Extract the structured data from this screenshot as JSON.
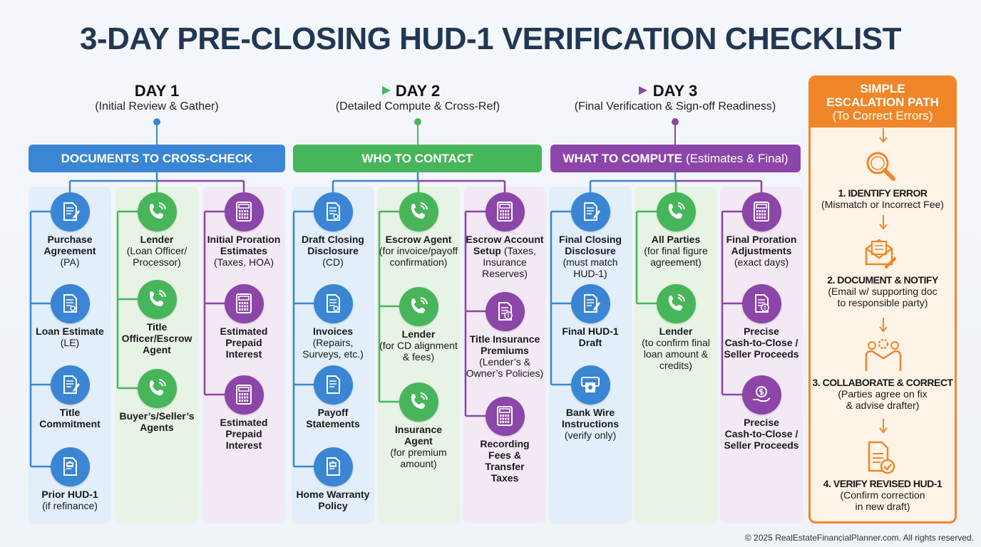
{
  "title": "3-DAY PRE-CLOSING HUD-1 VERIFICATION CHECKLIST",
  "colors": {
    "day1": "#3a86d4",
    "day2": "#47b65a",
    "day3": "#8c45a8",
    "escalation": "#f0862a",
    "title": "#213754"
  },
  "days": [
    {
      "label": "DAY 1",
      "subtitle": "(Initial Review & Gather)",
      "section_title": "DOCUMENTS TO CROSS-CHECK",
      "section_note": "",
      "columns": [
        {
          "items": [
            {
              "title": "Purchase\nAgreement",
              "sub": "(PA)",
              "icon": "document-pen-icon"
            },
            {
              "title": "Loan Estimate",
              "sub": "(LE)",
              "icon": "document-seal-icon"
            },
            {
              "title": "Title\nCommitment",
              "sub": "",
              "icon": "document-pen-icon"
            },
            {
              "title": "Prior HUD-1",
              "sub": "(if refinance)",
              "icon": "document-house-icon"
            }
          ]
        },
        {
          "items": [
            {
              "title": "Lender",
              "sub": "(Loan Officer/\nProcessor)",
              "icon": "phone-icon"
            },
            {
              "title": "Title\nOfficer/Escrow\nAgent",
              "sub": "",
              "icon": "phone-icon"
            },
            {
              "title": "Buyer’s/Seller’s\nAgents",
              "sub": "",
              "icon": "phone-icon"
            }
          ]
        },
        {
          "items": [
            {
              "title": "Initial Proration\nEstimates",
              "sub": "(Taxes, HOA)",
              "icon": "calculator-icon"
            },
            {
              "title": "Estimated\nPrepaid\nInterest",
              "sub": "",
              "icon": "calculator-icon"
            },
            {
              "title": "Estimated\nPrepaid\nInterest",
              "sub": "",
              "icon": "calculator-icon"
            }
          ]
        }
      ]
    },
    {
      "label": "DAY 2",
      "subtitle": "(Detailed Compute & Cross-Ref)",
      "section_title": "WHO TO CONTACT",
      "section_note": "",
      "columns": [
        {
          "items": [
            {
              "title": "Draft Closing\nDisclosure",
              "sub": "(CD)",
              "icon": "document-seal-icon"
            },
            {
              "title": "Invoices",
              "sub": "(Repairs,\nSurveys, etc.)",
              "icon": "document-seal-icon"
            },
            {
              "title": "Payoff\nStatements",
              "sub": "",
              "icon": "document-icon"
            },
            {
              "title": "Home Warranty\nPolicy",
              "sub": "",
              "icon": "document-house-icon"
            }
          ]
        },
        {
          "items": [
            {
              "title": "Escrow Agent",
              "sub": "(for invoice/payoff\nconfirmation)",
              "icon": "phone-icon"
            },
            {
              "title": "Lender",
              "sub": "(for CD alignment\n& fees)",
              "icon": "phone-icon"
            },
            {
              "title": "Insurance\nAgent",
              "sub": "(for premium\namount)",
              "icon": "phone-icon"
            }
          ]
        },
        {
          "items": [
            {
              "title": "Escrow Account\nSetup",
              "sub": " (Taxes,\nInsurance\nReserves)",
              "inline": true,
              "icon": "calculator-icon"
            },
            {
              "title": "Title Insurance\nPremiums",
              "sub": "(Lender’s &\nOwner’s Policies)",
              "icon": "document-dollar-icon"
            },
            {
              "title": "Recording\nFees &\nTransfer\nTaxes",
              "sub": "",
              "icon": "calculator-icon"
            }
          ]
        }
      ]
    },
    {
      "label": "DAY 3",
      "subtitle": "(Final Verification & Sign-off Readiness)",
      "section_title": "WHAT TO COMPUTE",
      "section_note": "(Estimates & Final)",
      "columns": [
        {
          "items": [
            {
              "title": "Final Closing\nDisclosure",
              "sub": "(must match\nHUD-1)",
              "icon": "document-pen-icon"
            },
            {
              "title": "Final HUD-1\nDraft",
              "sub": "",
              "icon": "document-pen-icon"
            },
            {
              "title": "Bank Wire\nInstructions",
              "sub": "(verify only)",
              "icon": "bank-wire-icon"
            }
          ]
        },
        {
          "items": [
            {
              "title": "All Parties",
              "sub": "(for final figure\nagreement)",
              "icon": "phone-icon"
            },
            {
              "title": "Lender",
              "sub": "(to confirm final\nloan amount &\ncredits)",
              "icon": "phone-icon"
            }
          ]
        },
        {
          "items": [
            {
              "title": "Final Proration\nAdjustments",
              "sub": "(exact days)",
              "icon": "calculator-icon"
            },
            {
              "title": "Precise\nCash-to-Close /\nSeller Proceeds",
              "sub": "",
              "icon": "document-dollar-icon"
            },
            {
              "title": "Precise\nCash-to-Close /\nSeller Proceeds",
              "sub": "",
              "icon": "hand-dollar-icon"
            }
          ]
        }
      ]
    }
  ],
  "escalation": {
    "title": "SIMPLE\nESCALATION PATH",
    "subtitle": "(To Correct Errors)",
    "steps": [
      {
        "title": "1. IDENTIFY ERROR",
        "sub": "(Mismatch or Incorrect Fee)",
        "icon": "magnifier-icon"
      },
      {
        "title": "2. DOCUMENT & NOTIFY",
        "sub": "(Email w/ supporting doc\nto responsible party)",
        "icon": "envelope-attachment-icon"
      },
      {
        "title": "3. COLLABORATE & CORRECT",
        "sub": "(Parties agree on fix\n& advise drafter)",
        "icon": "handshake-gear-icon"
      },
      {
        "title": "4. VERIFY REVISED HUD-1",
        "sub": "(Confirm correction\nin new draft)",
        "icon": "document-check-icon"
      }
    ]
  },
  "footer": "© 2025 RealEstateFinancialPlanner.com. All rights reserved."
}
